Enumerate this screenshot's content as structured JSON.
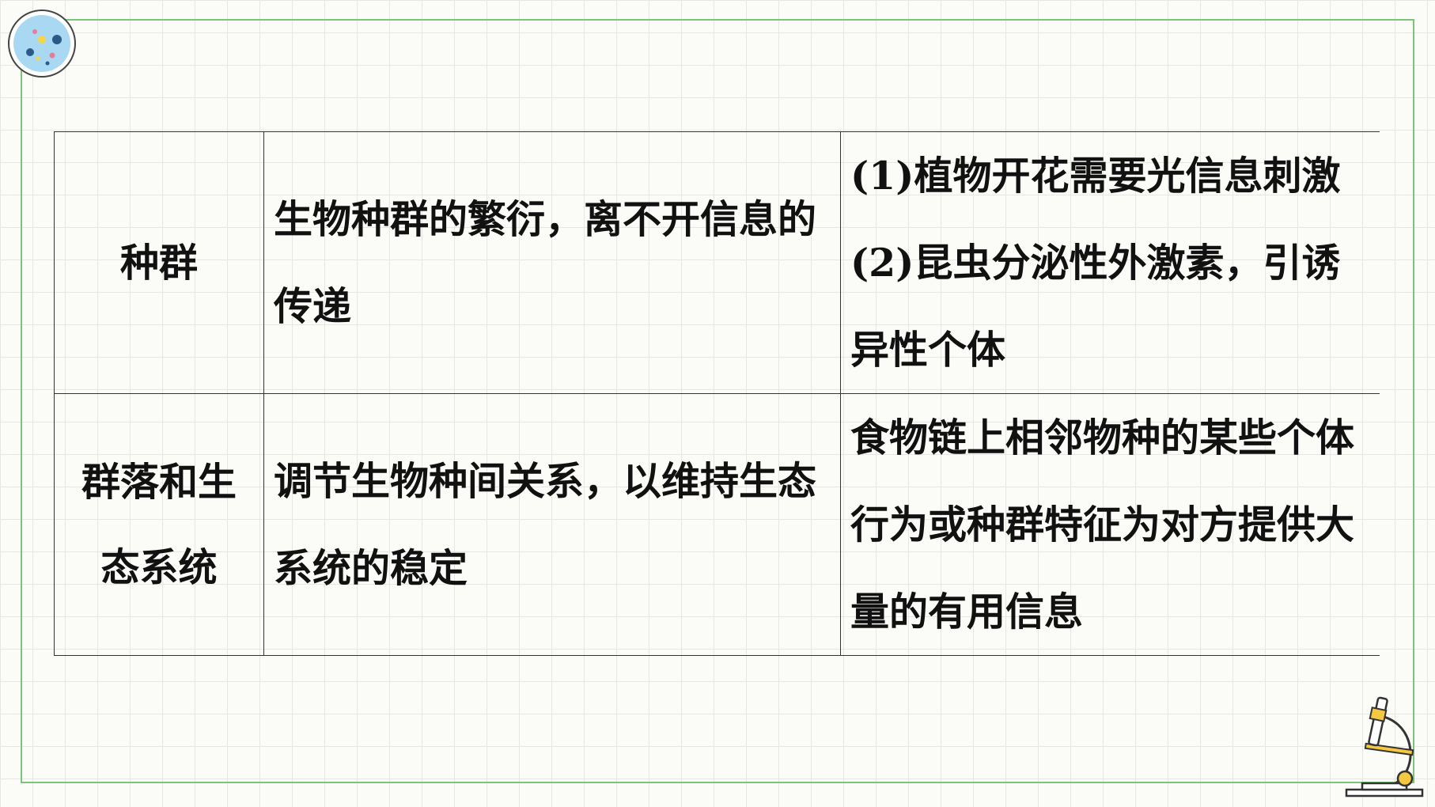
{
  "table": {
    "rows": [
      {
        "category": "种群",
        "role": "生物种群的繁衍，离不开信息的传递",
        "example_lines": [
          "(1)植物开花需要光信息刺激",
          "(2)昆虫分泌性外激素，引诱异性个体"
        ]
      },
      {
        "category": "群落和生态系统",
        "role": "调节生物种间关系，以维持生态系统的稳定",
        "example_lines": [
          "食物链上相邻物种的某些个体行为或种群特征为对方提供大量的有用信息"
        ]
      }
    ]
  },
  "decor": {
    "badge_icon": "dot-badge-icon",
    "corner_icon": "microscope-icon",
    "frame_color": "#7cc47c",
    "badge_color": "#a9d8f2"
  }
}
